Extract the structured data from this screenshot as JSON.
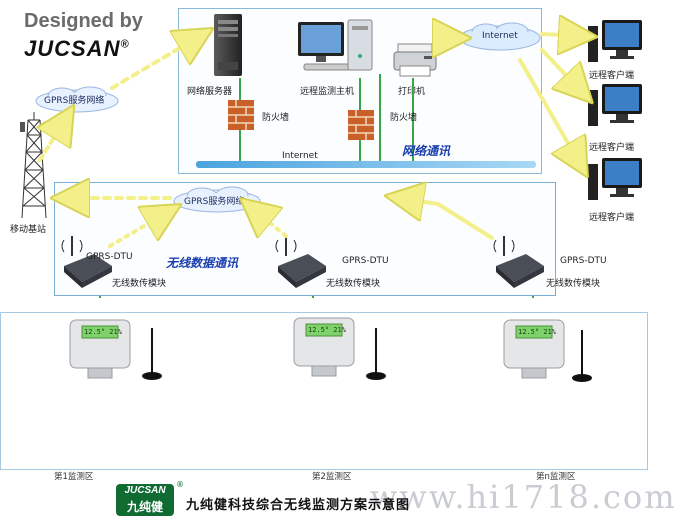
{
  "header": {
    "designed_by": "Designed by",
    "brand": "JUCSAN",
    "brand_mark": "®"
  },
  "network_box": {
    "server_label": "网络服务器",
    "monitor_host_label": "远程监测主机",
    "printer_label": "打印机",
    "firewall_label_1": "防火墙",
    "firewall_label_2": "防火墙",
    "bus_label": "Internet",
    "section_tag": "网络通讯"
  },
  "internet_cloud": "Internet",
  "gprs_cloud_top": "GPRS服务网络",
  "gprs_cloud_mid": "GPRS服务网络",
  "base_station_label": "移动基站",
  "clients": [
    {
      "label": "远程客户端"
    },
    {
      "label": "远程客户端"
    },
    {
      "label": "远程客户端"
    }
  ],
  "wireless_box": {
    "section_tag": "无线数据通讯",
    "dtus": [
      {
        "name": "GPRS-DTU",
        "desc": "无线数传模块"
      },
      {
        "name": "GPRS-DTU",
        "desc": "无线数传模块"
      },
      {
        "name": "GPRS-DTU",
        "desc": "无线数传模块"
      }
    ]
  },
  "zones": [
    {
      "label": "第1监测区"
    },
    {
      "label": "第2监测区"
    },
    {
      "label": "第n监测区"
    }
  ],
  "device_display": "12.5° 21%",
  "footer": {
    "logo_top": "JUCSAN",
    "logo_bottom": "九纯健",
    "logo_mark": "®",
    "title": "九纯健科技综合无线监测方案示意图",
    "watermark": "www.hi1718.com"
  },
  "colors": {
    "arrow_yellow": "#f3f08a",
    "box_border": "#8ab8d8",
    "tag_blue": "#1a3fb0",
    "lcd_green": "#7dd36a"
  }
}
